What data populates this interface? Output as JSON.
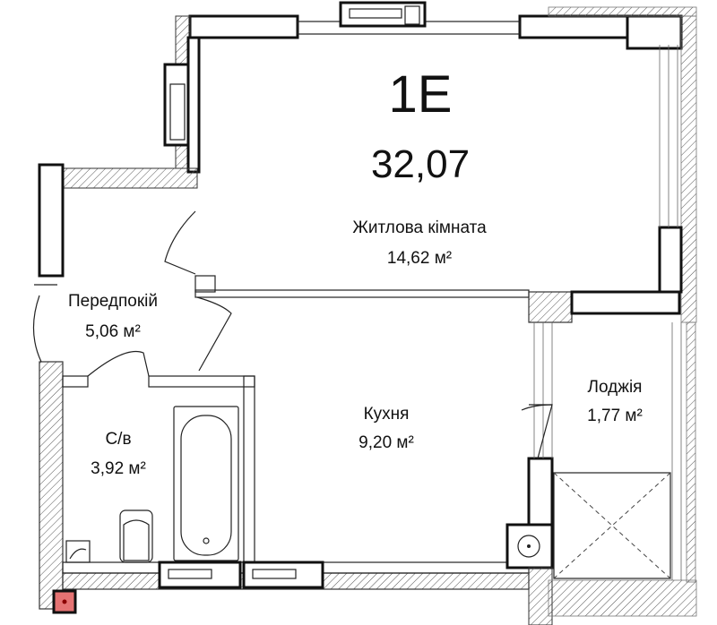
{
  "plan": {
    "unit_code": "1E",
    "total_area": "32,07",
    "rooms": [
      {
        "name": "Житлова кімната",
        "area": "14,62 м²"
      },
      {
        "name": "Передпокій",
        "area": "5,06 м²"
      },
      {
        "name": "Кухня",
        "area": "9,20 м²"
      },
      {
        "name": "С/в",
        "area": "3,92 м²"
      },
      {
        "name": "Лоджія",
        "area": "1,77 м²"
      }
    ],
    "colors": {
      "wall_stroke": "#111111",
      "hatch": "#555555",
      "riser_marker": "#e53935"
    }
  }
}
